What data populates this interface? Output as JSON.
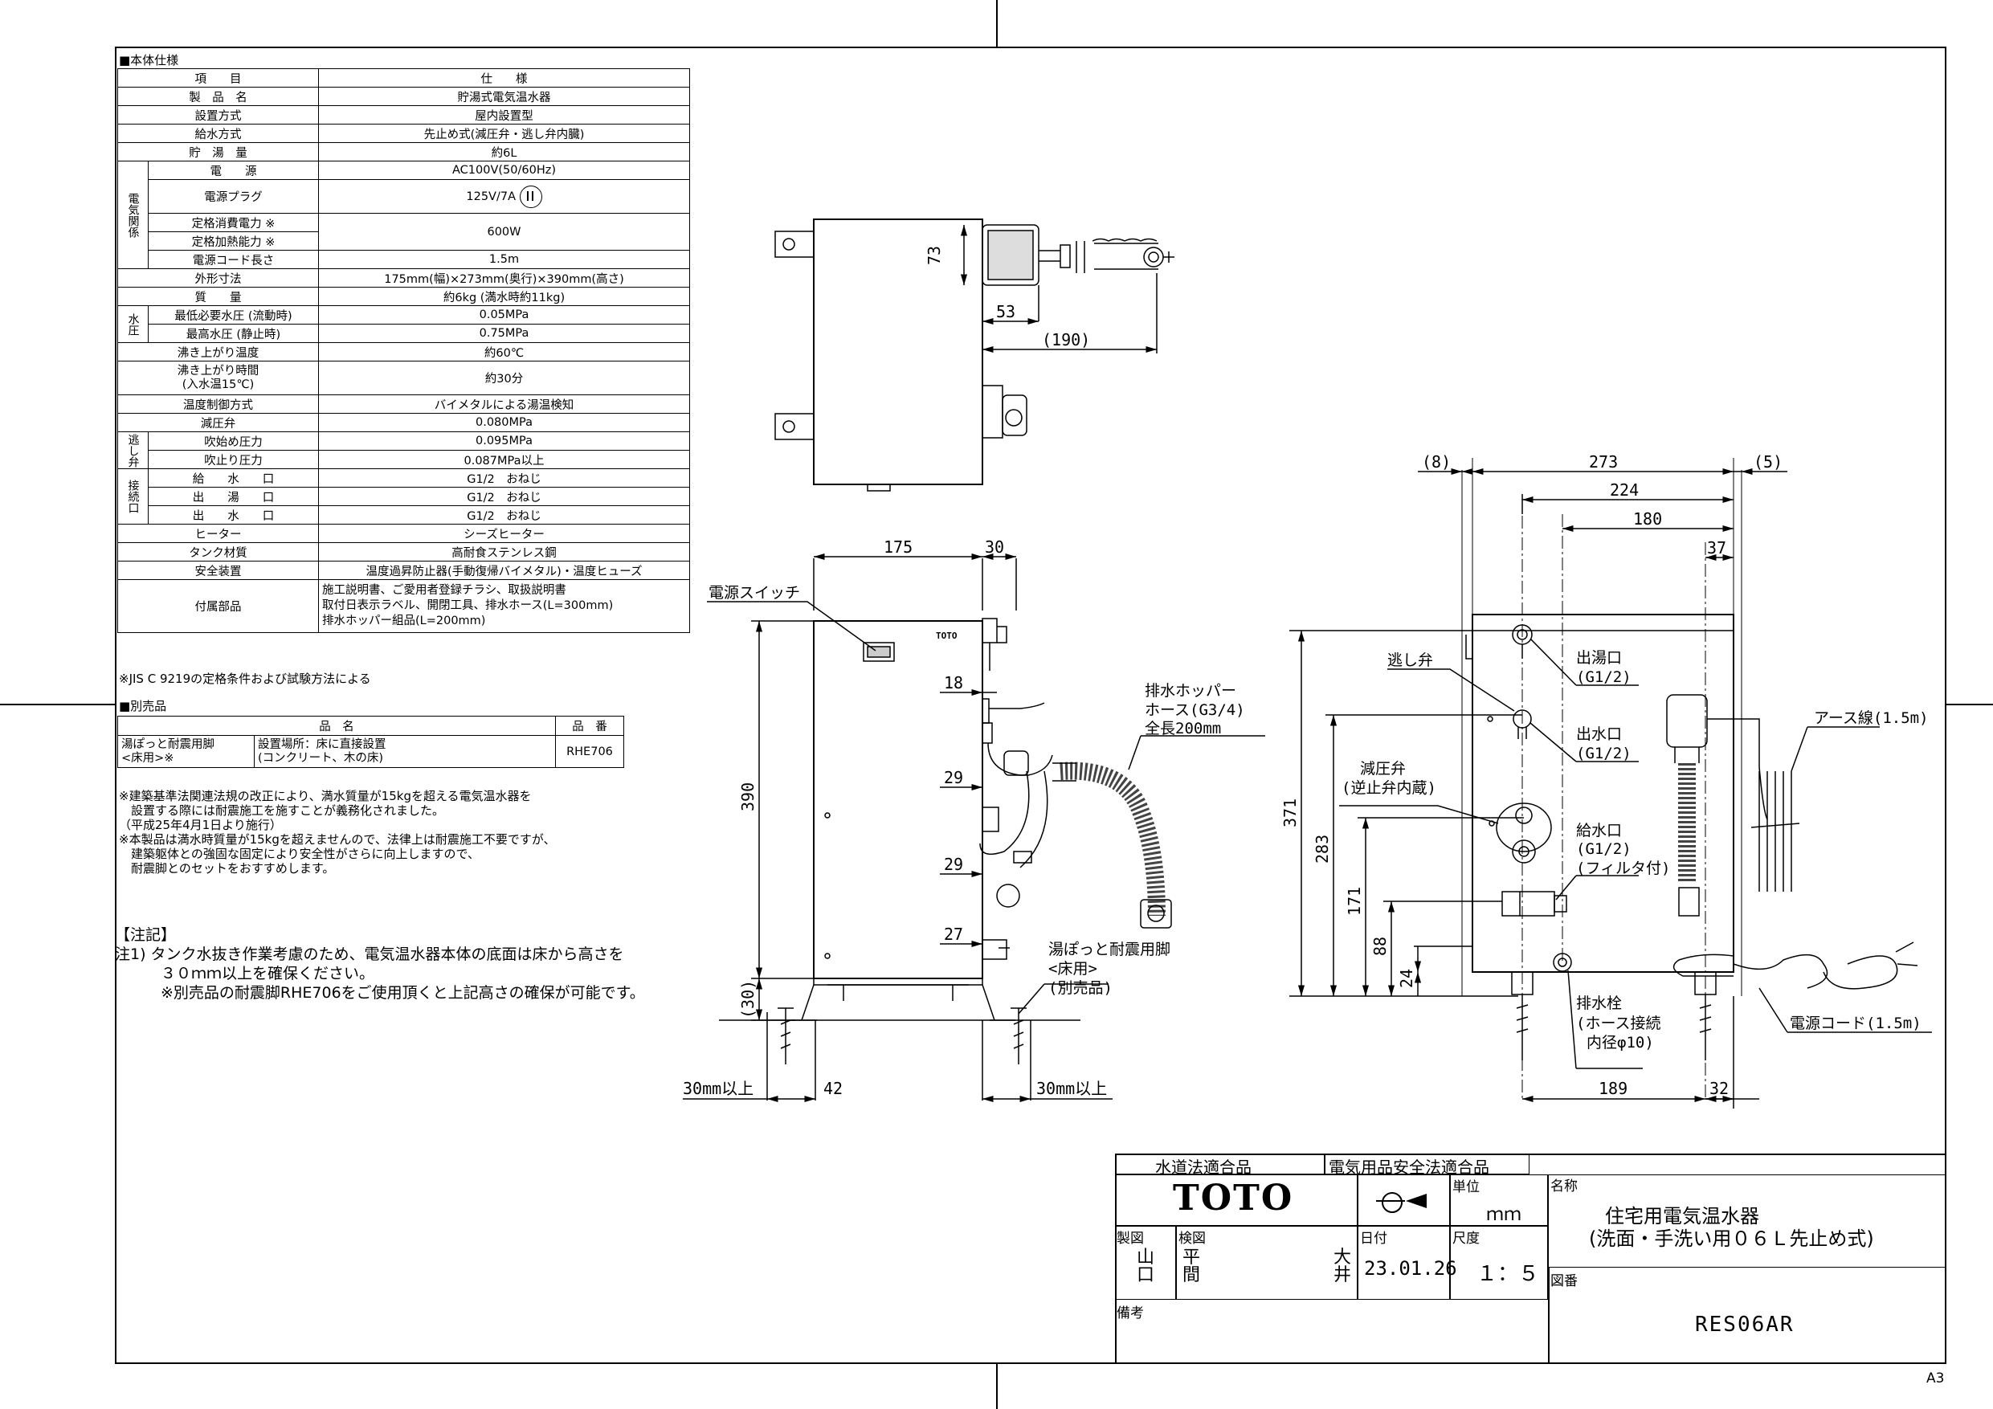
{
  "spec_section_title": "■本体仕様",
  "spec_rows": [
    {
      "item": "項　　目",
      "value": "仕　　様"
    },
    {
      "item": "製　品　名",
      "value": "貯湯式電気温水器"
    },
    {
      "item": "設置方式",
      "value": "屋内設置型"
    },
    {
      "item": "給水方式",
      "value": "先止め式(減圧弁・逃し弁内臓)"
    },
    {
      "item": "貯　湯　量",
      "value": "約6L"
    },
    {
      "item": "電　　源",
      "value": "AC100V(50/60Hz)"
    },
    {
      "item": "電源プラグ",
      "value": "125V/7A"
    },
    {
      "item": "定格消費電力 ※",
      "value": "600W"
    },
    {
      "item": "定格加熱能力 ※",
      "value": ""
    },
    {
      "item": "電源コード長さ",
      "value": "1.5m"
    },
    {
      "item": "外形寸法",
      "value": "175mm(幅)×273mm(奥行)×390mm(高さ)"
    },
    {
      "item": "質　　量",
      "value": "約6kg (満水時約11kg)"
    },
    {
      "item": "最低必要水圧 (流動時)",
      "value": "0.05MPa"
    },
    {
      "item": "最高水圧 (静止時)",
      "value": "0.75MPa"
    },
    {
      "item": "沸き上がり温度",
      "value": "約60℃"
    },
    {
      "item": "沸き上がり時間",
      "item2": "(入水温15℃)",
      "value": "約30分"
    },
    {
      "item": "温度制御方式",
      "value": "バイメタルによる湯温検知"
    },
    {
      "item": "減圧弁",
      "value": "0.080MPa"
    },
    {
      "item": "吹始め圧力",
      "value": "0.095MPa"
    },
    {
      "item": "吹止り圧力",
      "value": "0.087MPa以上"
    },
    {
      "item": "給　　水　　口",
      "value": "G1/2　おねじ"
    },
    {
      "item": "出　　湯　　口",
      "value": "G1/2　おねじ"
    },
    {
      "item": "出　　水　　口",
      "value": "G1/2　おねじ"
    },
    {
      "item": "ヒーター",
      "value": "シーズヒーター"
    },
    {
      "item": "タンク材質",
      "value": "高耐食ステンレス鋼"
    },
    {
      "item": "安全装置",
      "value": "温度過昇防止器(手動復帰バイメタル)・温度ヒューズ"
    },
    {
      "item": "付属部品",
      "value": "施工説明書、ご愛用者登録チラシ、取扱説明書",
      "value2": "取付日表示ラベル、開閉工具、排水ホース(L=300mm)",
      "value3": "排水ホッパー組品(L=200mm)"
    }
  ],
  "spec_groups": {
    "electric": "電気関係",
    "water": "水圧",
    "relief": "逃し弁",
    "connect": "接続口"
  },
  "jis_note": "※JIS C 9219の定格条件および試験方法による",
  "accessory_section_title": "■別売品",
  "accessory_header": {
    "name": "品　名",
    "code": "品　番"
  },
  "accessory_row": {
    "name1": "湯ぽっと耐震用脚",
    "name2": "<床用>※",
    "desc1": "設置場所：床に直接設置",
    "desc2": "(コンクリート、木の床)",
    "code": "RHE706"
  },
  "notes": [
    "※建築基準法関連法規の改正により、満水質量が15kgを超える電気温水器を",
    "　設置する際には耐震施工を施すことが義務化されました。",
    "（平成25年4月1日より施行）",
    "※本製品は満水時質量が15kgを超えませんので、法律上は耐震施工不要ですが、",
    "　建築躯体との強固な固定により安全性がさらに向上しますので、",
    "　耐震脚とのセットをおすすめします。"
  ],
  "remarks": [
    "【注記】",
    "注1) タンク水抜き作業考慮のため、電気温水器本体の底面は床から高さを",
    "　　　３０ｍｍ以上を確保ください。",
    "　　　※別売品の耐震脚RHE706をご使用頂くと上記高さの確保が可能です。"
  ],
  "dims": {
    "top": {
      "d73": "73",
      "d53": "53",
      "d190": "(190)"
    },
    "side": {
      "d175": "175",
      "d30": "30",
      "d18": "18",
      "d29a": "29",
      "d29b": "29",
      "d27": "27",
      "d390": "390",
      "d30b": "(30)",
      "d42": "42",
      "floor_l": "30mm以上",
      "floor_r": "30mm以上"
    },
    "front": {
      "d8": "(8)",
      "d273": "273",
      "d5": "(5)",
      "d224": "224",
      "d180": "180",
      "d37": "37",
      "d371": "371",
      "d283": "283",
      "d171": "171",
      "d88": "88",
      "d24": "24",
      "d189": "189",
      "d32": "32"
    }
  },
  "labels": {
    "power_switch": "電源スイッチ",
    "toto_small": "TOTO",
    "hopper1": "排水ホッパー",
    "hopper2": "ホース(G3/4)",
    "hopper3": "全長200mm",
    "leg1": "湯ぽっと耐震用脚",
    "leg2": "<床用>",
    "leg3": "(別売品)",
    "relief": "逃し弁",
    "outlet_hot1": "出湯口",
    "outlet_hot2": "(G1/2)",
    "outlet_water1": "出水口",
    "outlet_water2": "(G1/2)",
    "reducer1": "減圧弁",
    "reducer2": "(逆止弁内蔵)",
    "inlet1": "給水口",
    "inlet2": "(G1/2)",
    "inlet3": "(フィルタ付)",
    "drain1": "排水栓",
    "drain2": "(ホース接続",
    "drain3": "内径φ10)",
    "earth": "アース線(1.5m)",
    "cord": "電源コード(1.5m)"
  },
  "title_block": {
    "cert1": "水道法適合品",
    "cert2": "電気用品安全法適合品",
    "brand": "TOTO",
    "unit_label": "単位",
    "unit": "ｍｍ",
    "name_label": "名称",
    "name1": "住宅用電気温水器",
    "name2": "(洗面・手洗い用０６Ｌ先止め式)",
    "drawn_label": "製図",
    "drawn": "山口",
    "checked_label": "検図",
    "checked": "平間",
    "approved": "大井",
    "date_label": "日付",
    "date": "23.01.26",
    "scale_label": "尺度",
    "scale": "１：５",
    "dwg_label": "図番",
    "dwg_no": "RES06AR",
    "remarks_label": "備考"
  },
  "sheet_size": "A3"
}
